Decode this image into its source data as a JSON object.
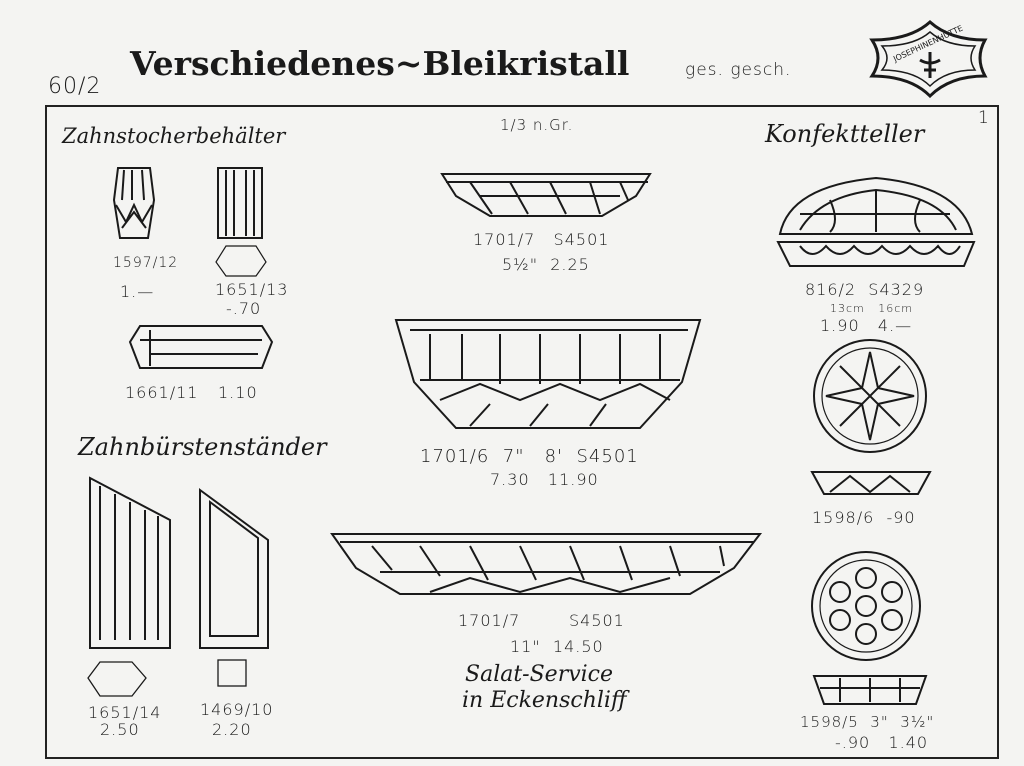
{
  "header": {
    "page_number": "60/2",
    "title": "Verschiedenes~Bleikristall",
    "protection_note": "ges. gesch.",
    "logo_text": "JOSEPHINENHÜTTE"
  },
  "plate_number": "1",
  "scale_note": "1/3 n.Gr.",
  "sections": {
    "toothpick_holders": {
      "heading": "Zahnstocherbehälter",
      "items": [
        {
          "code": "1597/12",
          "price": "1.—"
        },
        {
          "code": "1651/13",
          "price": "-.70"
        },
        {
          "code": "1661/11",
          "price": "1.10"
        }
      ]
    },
    "toothbrush_stands": {
      "heading": "Zahnbürstenständer",
      "items": [
        {
          "code": "1651/14",
          "price": "2.50"
        },
        {
          "code": "1469/10",
          "price": "2.20"
        }
      ]
    },
    "salad_service": {
      "items": [
        {
          "code": "1701/7   S4501",
          "sizes_prices": "5½\"  2.25"
        },
        {
          "code": "1701/6  7\"   8'  S4501",
          "sizes_prices": "7.30   11.90"
        },
        {
          "code": "1701/7        S4501",
          "sizes_prices": "11\"  14.50"
        }
      ],
      "caption_line1": "Salat-Service",
      "caption_line2": "in Eckenschliff"
    },
    "confection_plates": {
      "heading": "Konfektteller",
      "items": [
        {
          "code": "816/2  S4329",
          "sizes": "13cm   16cm",
          "prices": "1.90   4.—"
        },
        {
          "code": "1598/6  -90"
        },
        {
          "code": "1598/5  3\"  3½\"",
          "prices": "-.90   1.40"
        }
      ]
    }
  }
}
